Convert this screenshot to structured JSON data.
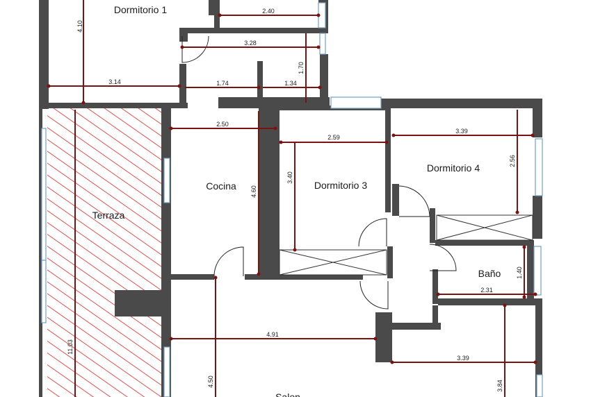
{
  "rooms": {
    "dormitorio1": "Dormitorio  1",
    "cocina": "Cocina",
    "terraza": "Terraza",
    "dormitorio3": "Dormitorio 3",
    "dormitorio4": "Dormitorio 4",
    "bano": "Baño",
    "salon": "Salon"
  },
  "dimensions": {
    "d_410": "4.10",
    "d_240": "2.40",
    "d_328": "3.28",
    "d_170": "1.70",
    "d_314": "3.14",
    "d_174": "1.74",
    "d_134": "1.34",
    "d_250": "2.50",
    "d_259": "2.59",
    "d_339_top": "3.39",
    "d_256": "2.56",
    "d_340": "3.40",
    "d_460": "4.60",
    "d_140": "1.40",
    "d_231": "2.31",
    "d_491": "4.91",
    "d_339_bottom": "3.39",
    "d_450": "4.50",
    "d_1103": "11.03",
    "d_384": "3.84"
  },
  "colors": {
    "wall": "#4a4a4a",
    "dimension": "#7a1212",
    "terrace_hatch": "#e0514f",
    "glazing": "#6f9fc9"
  }
}
